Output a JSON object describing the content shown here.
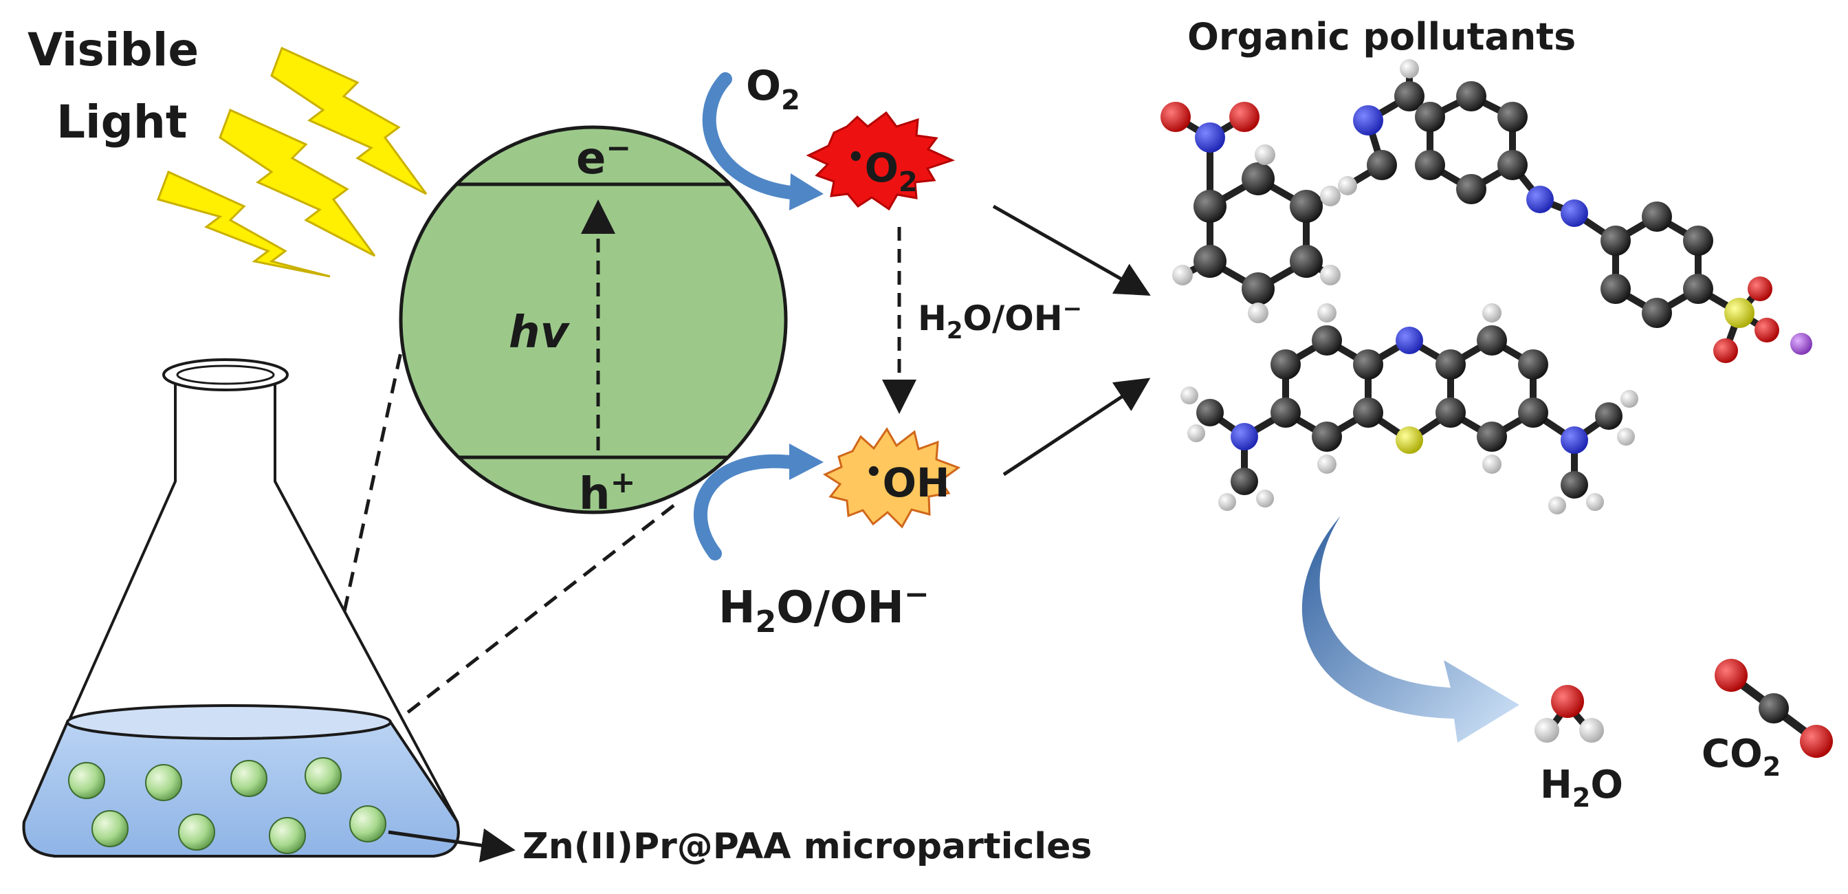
{
  "labels": {
    "visible": "Visible",
    "light": "Light",
    "electron": "e",
    "electron_sup": "−",
    "hole": "h",
    "hole_sup": "+",
    "hv": "hv",
    "o2_main": "O",
    "o2_sub": "2",
    "superoxide_dot": "•",
    "superoxide_main": "O",
    "superoxide_sub": "2",
    "hydroxyl_dot": "•",
    "hydroxyl_text": "OH",
    "h2o_oh_mid_h": "H",
    "h2o_oh_mid_sub": "2",
    "h2o_oh_mid_rest": "O/OH",
    "h2o_oh_mid_sup": "−",
    "h2o_oh_bottom_h": "H",
    "h2o_oh_bottom_sub": "2",
    "h2o_oh_bottom_rest": "O/OH",
    "h2o_oh_bottom_sup": "−",
    "organic_pollutants": "Organic pollutants",
    "h2o_product_h": "H",
    "h2o_product_sub": "2",
    "h2o_product_o": "O",
    "co2_product_co": "CO",
    "co2_product_sub": "2",
    "microparticles": "Zn(II)Pr@PAA microparticles"
  },
  "colors": {
    "band_sphere": "#9cc98a",
    "superoxide_burst": "#ee1111",
    "hydroxyl_burst": "#ffc75e",
    "curved_arrow": "#4f86c6",
    "flask_liquid": "#a9c7ee",
    "particle": "#a8d98e",
    "lightning": "#ffef00",
    "atom_carbon": "#2b2b2b",
    "atom_hydrogen": "#e6e6e6",
    "atom_nitrogen": "#2233dd",
    "atom_oxygen": "#dd1111",
    "atom_sulfur": "#dddd22",
    "atom_sodium": "#a855d6"
  }
}
